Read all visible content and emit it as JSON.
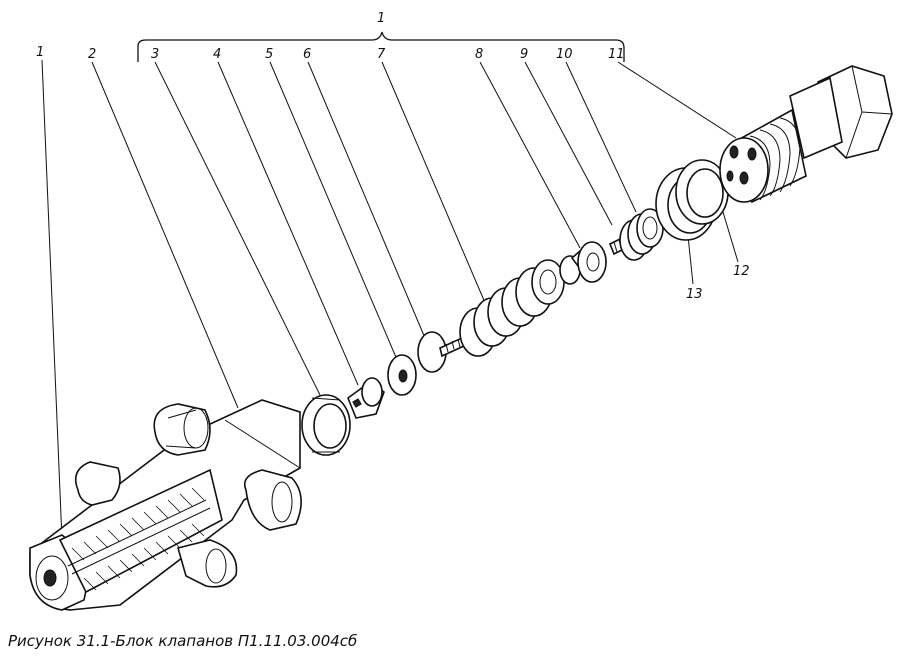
{
  "callouts": {
    "top_group": "1",
    "n1": "1",
    "n2": "2",
    "n3": "3",
    "n4": "4",
    "n5": "5",
    "n6": "6",
    "n7": "7",
    "n8": "8",
    "n9": "9",
    "n10": "10",
    "n11": "11",
    "n12": "12",
    "n13": "13"
  },
  "caption": "Рисунок 31.1-Блок клапанов П1.11.03.004сб"
}
